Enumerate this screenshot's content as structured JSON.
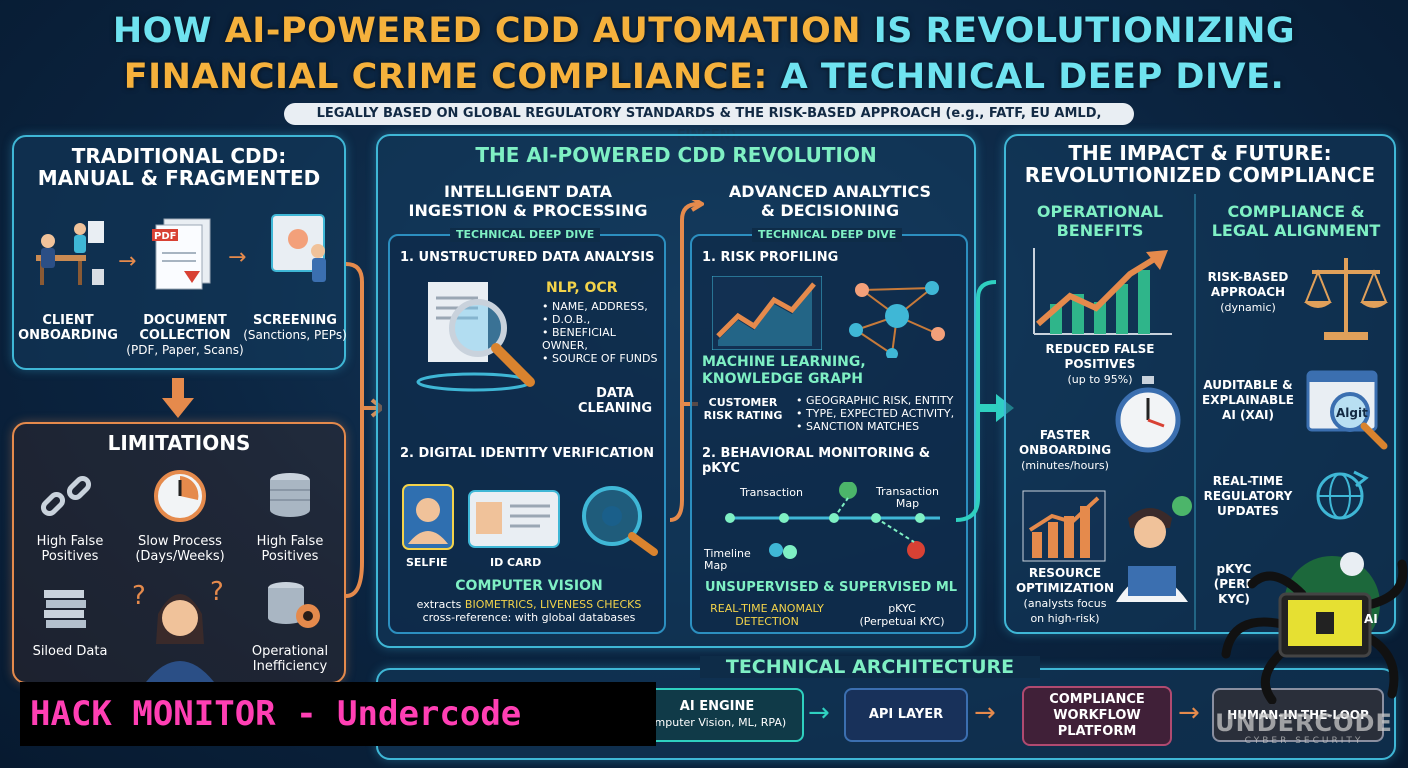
{
  "header": {
    "title_a": "HOW ",
    "title_b": "AI-POWERED CDD AUTOMATION",
    "title_c": " IS REVOLUTIONIZING",
    "title_d": "FINANCIAL CRIME COMPLIANCE: ",
    "title_e": "A TECHNICAL DEEP DIVE.",
    "subtitle": "LEGALLY BASED ON GLOBAL REGULATORY STANDARDS & THE RISK-BASED APPROACH (e.g., FATF, EU AMLD, FINCEN)."
  },
  "traditional": {
    "title_1": "TRADITIONAL CDD:",
    "title_2": "MANUAL & FRAGMENTED",
    "steps": [
      {
        "l1": "CLIENT",
        "l2": "ONBOARDING",
        "l3": ""
      },
      {
        "l1": "DOCUMENT",
        "l2": "COLLECTION",
        "l3": "(PDF, Paper, Scans)"
      },
      {
        "l1": "SCREENING",
        "l2": "(Sanctions, PEPs)",
        "l3": ""
      }
    ],
    "pdf_tag": "PDF"
  },
  "limitations": {
    "title": "LIMITATIONS",
    "items": [
      {
        "l1": "High False",
        "l2": "Positives"
      },
      {
        "l1": "Slow Process",
        "l2": "(Days/Weeks)"
      },
      {
        "l1": "High False",
        "l2": "Positives"
      },
      {
        "l1": "Siloed Data",
        "l2": ""
      },
      {
        "l1": "Operational",
        "l2": "Inefficiency"
      }
    ]
  },
  "revolution": {
    "title": "THE AI-POWERED CDD REVOLUTION",
    "ingestion": {
      "title_1": "INTELLIGENT DATA",
      "title_2": "INGESTION & PROCESSING",
      "tag": "TECHNICAL DEEP DIVE",
      "s1_title": "1. UNSTRUCTURED DATA ANALYSIS",
      "nlp": "NLP, OCR",
      "bullets": [
        "NAME, ADDRESS,",
        "D.O.B.,",
        "BENEFICIAL OWNER,",
        "SOURCE OF FUNDS"
      ],
      "cleaning_1": "DATA",
      "cleaning_2": "CLEANING",
      "s2_title": "2. DIGITAL IDENTITY VERIFICATION",
      "selfie": "SELFIE",
      "idcard": "ID CARD",
      "cv": "COMPUTER VISION",
      "cv_desc_1": "extracts ",
      "cv_desc_2": "BIOMETRICS, LIVENESS CHECKS",
      "cv_desc_3": "cross-reference: with global databases"
    },
    "analytics": {
      "title_1": "ADVANCED ANALYTICS",
      "title_2": "& DECISIONING",
      "tag": "TECHNICAL DEEP DIVE",
      "s1_title": "1. RISK PROFILING",
      "ml_1": "MACHINE LEARNING,",
      "ml_2": "KNOWLEDGE GRAPH",
      "crr_1": "CUSTOMER",
      "crr_2": "RISK RATING",
      "bullets": [
        "GEOGRAPHIC RISK, ENTITY",
        "TYPE, EXPECTED ACTIVITY,",
        "SANCTION MATCHES"
      ],
      "s2_title": "2. BEHAVIORAL MONITORING & pKYC",
      "transaction": "Transaction",
      "txmap_1": "Transaction",
      "txmap_2": "Map",
      "timeline_1": "Timeline",
      "timeline_2": "Map",
      "ml2": "UNSUPERVISED & SUPERVISED ML",
      "rta_1": "REAL-TIME ANOMALY",
      "rta_2": "DETECTION",
      "pkyc_1": "pKYC",
      "pkyc_2": "(Perpetual KYC)"
    }
  },
  "impact": {
    "title_1": "THE IMPACT & FUTURE:",
    "title_2": "REVOLUTIONIZED COMPLIANCE",
    "ops_title_1": "OPERATIONAL",
    "ops_title_2": "BENEFITS",
    "ops": [
      {
        "l1": "REDUCED FALSE POSITIVES",
        "l2": "(up to 95%)"
      },
      {
        "l1": "FASTER",
        "l2": "ONBOARDING",
        "l3": "(minutes/hours)"
      },
      {
        "l1": "RESOURCE",
        "l2": "OPTIMIZATION",
        "l3": "(analysts focus",
        "l4": "on high-risk)"
      }
    ],
    "legal_title_1": "COMPLIANCE &",
    "legal_title_2": "LEGAL ALIGNMENT",
    "legal": [
      {
        "l1": "RISK-BASED",
        "l2": "APPROACH",
        "l3": "(dynamic)"
      },
      {
        "l1": "AUDITABLE &",
        "l2": "EXPLAINABLE",
        "l3": "AI (XAI)"
      },
      {
        "l1": "REAL-TIME",
        "l2": "REGULATORY",
        "l3": "UPDATES"
      },
      {
        "l1": "pKYC",
        "l2": "(PERP",
        "l3": "KYC)"
      }
    ],
    "algit": "Algit"
  },
  "architecture": {
    "title": "TECHNICAL ARCHITECTURE",
    "engine_1": "AI ENGINE",
    "engine_2": "omputer Vision, ML, RPA)",
    "api": "API LAYER",
    "cwp_1": "COMPLIANCE",
    "cwp_2": "WORKFLOW",
    "cwp_3": "PLATFORM",
    "hitl": "HUMAN-IN-THE-LOOP"
  },
  "banner": {
    "text": "HACK MONITOR - Undercode"
  },
  "watermark": {
    "name": "UNDERCODE",
    "tag": "CYBER SECURITY",
    "ai": "AI"
  },
  "colors": {
    "teal": "#3fb7d6",
    "orange": "#e58a4c",
    "green": "#7ff0c4",
    "yellow": "#f3d34a",
    "pink": "#ff3fb4"
  }
}
